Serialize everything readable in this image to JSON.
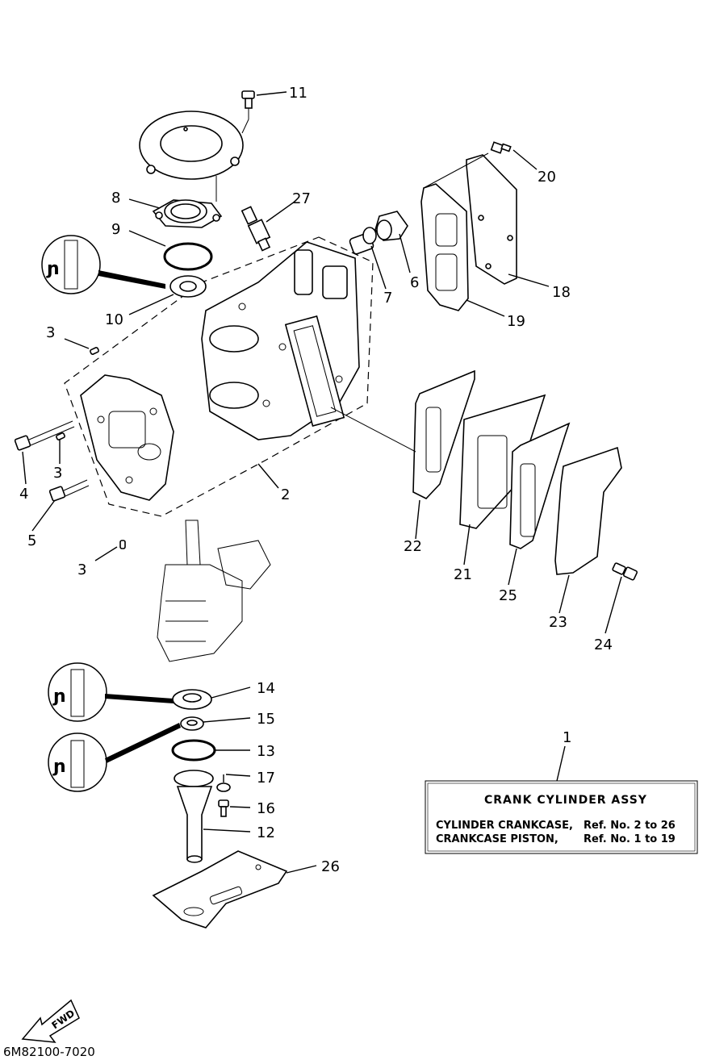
{
  "callouts": [
    {
      "no": "11"
    },
    {
      "no": "8"
    },
    {
      "no": "9"
    },
    {
      "no": "10"
    },
    {
      "no": "27"
    },
    {
      "no": "7"
    },
    {
      "no": "6"
    },
    {
      "no": "20"
    },
    {
      "no": "18"
    },
    {
      "no": "19"
    },
    {
      "no": "3"
    },
    {
      "no": "3"
    },
    {
      "no": "3"
    },
    {
      "no": "4"
    },
    {
      "no": "5"
    },
    {
      "no": "2"
    },
    {
      "no": "22"
    },
    {
      "no": "21"
    },
    {
      "no": "25"
    },
    {
      "no": "23"
    },
    {
      "no": "24"
    },
    {
      "no": "14"
    },
    {
      "no": "15"
    },
    {
      "no": "13"
    },
    {
      "no": "17"
    },
    {
      "no": "16"
    },
    {
      "no": "12"
    },
    {
      "no": "26"
    },
    {
      "no": "1"
    }
  ],
  "info_box": {
    "title": "CRANK CYLINDER ASSY",
    "row1_name": "CYLINDER CRANKCASE,",
    "row1_ref": "Ref. No. 2 to 26",
    "row2_name": "CRANKCASE PISTON,",
    "row2_ref": "Ref. No. 1 to 19"
  },
  "fwd_label": "FWD",
  "lube_symbol": "ɲ",
  "diagram_code": "6M82100-7020"
}
